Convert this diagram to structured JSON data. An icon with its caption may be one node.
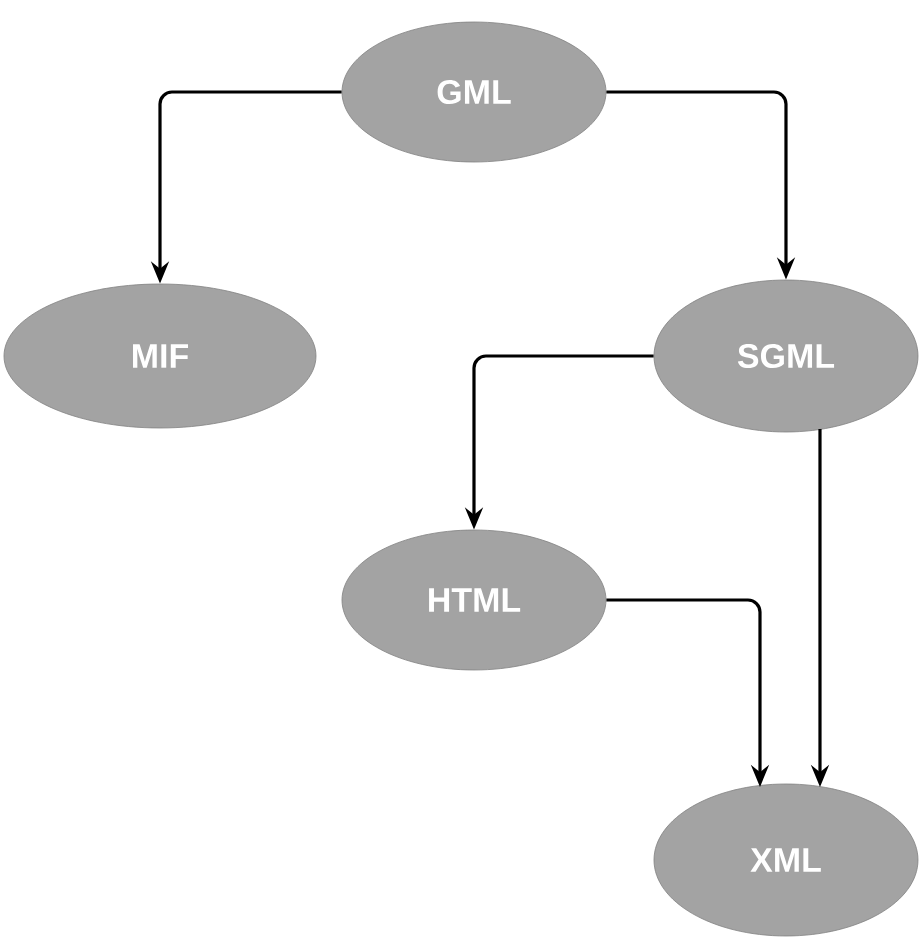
{
  "diagram": {
    "nodes": [
      {
        "text": [
          "GML"
        ]
      },
      {
        "text": [
          "MIF"
        ]
      },
      {
        "text": [
          "SGML"
        ]
      },
      {
        "text": [
          "HTML"
        ]
      },
      {
        "text": [
          "XML"
        ]
      }
    ],
    "edges": [
      {
        "from": 0,
        "to": 1,
        "arrow": "to"
      },
      {
        "from": 0,
        "to": 2,
        "arrow": "to"
      },
      {
        "from": 2,
        "to": 3,
        "arrow": "to"
      },
      {
        "from": 2,
        "to": 4,
        "arrow": "to"
      },
      {
        "from": 3,
        "to": 4,
        "arrow": "to"
      }
    ]
  }
}
